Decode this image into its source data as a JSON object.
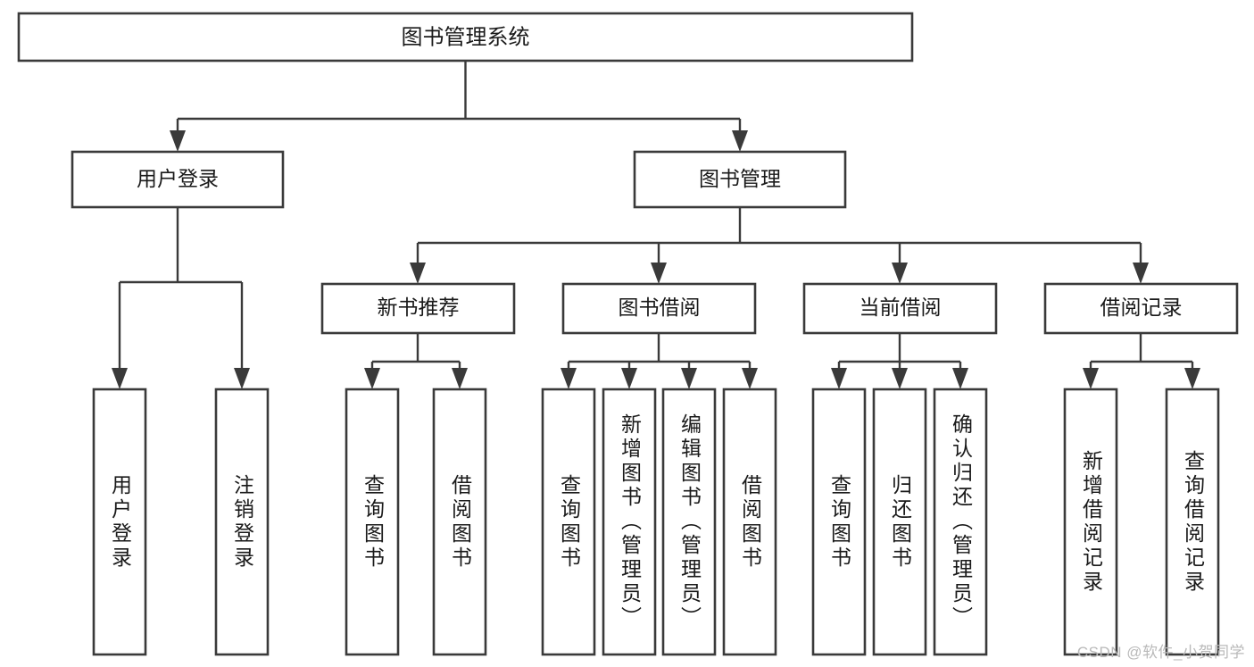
{
  "diagram": {
    "type": "tree-hierarchy",
    "orientation": "top-down",
    "title": "图书管理系统",
    "colors": {
      "box_stroke": "#3a3a3a",
      "box_fill": "#ffffff",
      "line": "#3a3a3a",
      "text": "#1a1a1a",
      "watermark": "#b9b9b9",
      "background": "#ffffff"
    },
    "root": {
      "label": "图书管理系统"
    },
    "level2": [
      {
        "label": "用户登录"
      },
      {
        "label": "图书管理"
      }
    ],
    "level3": [
      {
        "label": "新书推荐"
      },
      {
        "label": "图书借阅"
      },
      {
        "label": "当前借阅"
      },
      {
        "label": "借阅记录"
      }
    ],
    "leaves": {
      "user_login": [
        {
          "label": "用户登录"
        },
        {
          "label": "注销登录"
        }
      ],
      "new_book_recommend": [
        {
          "label": "查询图书"
        },
        {
          "label": "借阅图书"
        }
      ],
      "book_borrow": [
        {
          "label": "查询图书"
        },
        {
          "label": "新增图书（管理员）"
        },
        {
          "label": "编辑图书（管理员）"
        },
        {
          "label": "借阅图书"
        }
      ],
      "current_borrow": [
        {
          "label": "查询图书"
        },
        {
          "label": "归还图书"
        },
        {
          "label": "确认归还（管理员）"
        }
      ],
      "borrow_record": [
        {
          "label": "新增借阅记录"
        },
        {
          "label": "查询借阅记录"
        }
      ]
    },
    "watermark": "CSDN @软件_小贺同学"
  }
}
